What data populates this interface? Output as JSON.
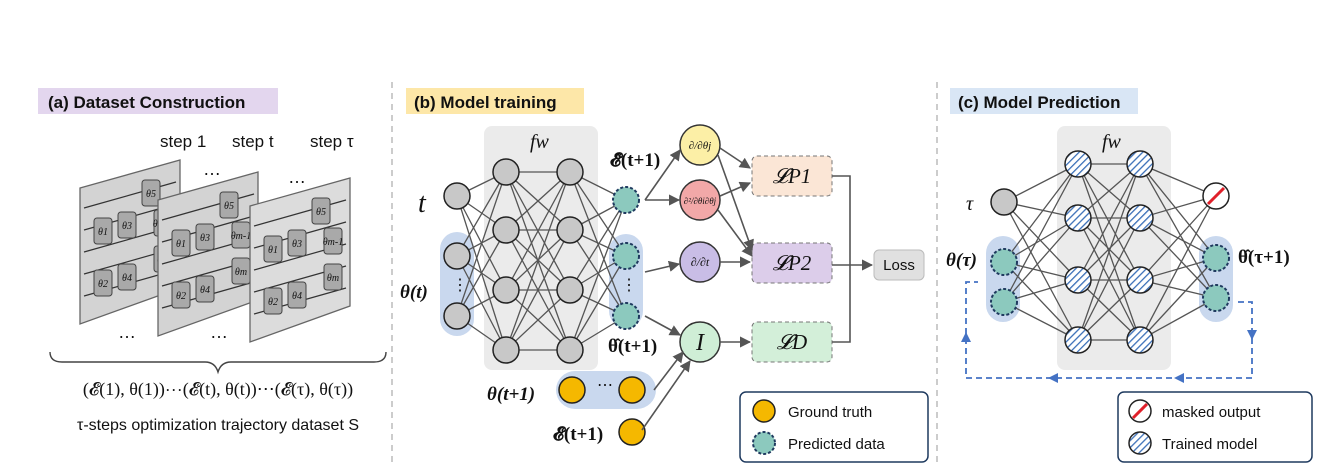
{
  "panel_a": {
    "title": "(a) Dataset Construction",
    "title_bg": "#e3d6ee",
    "step_labels": [
      "step 1",
      "step t",
      "step τ"
    ],
    "dots": "…",
    "card_params": [
      "θ1",
      "θ2",
      "θ3",
      "θ4",
      "θ5",
      "θm-1",
      "θm"
    ],
    "tuple_label": "(𝓔(1), θ(1))⋯(𝓔(t), θ(t))⋯(𝓔(τ), θ(τ))",
    "caption": "τ-steps optimization trajectory dataset S"
  },
  "panel_b": {
    "title": "(b) Model training",
    "title_bg": "#fde7a8",
    "network_label": "fw",
    "input_t": "t",
    "input_theta": "θ(t)",
    "out_energy": "𝓔̂(t+1)",
    "out_theta": "θ̂(t+1)",
    "gt_theta": "θ(t+1)",
    "gt_energy": "𝓔(t+1)",
    "op_grad_theta": "∂/∂θj",
    "op_hessian": "∂²/∂θi∂θj",
    "op_time": "∂/∂t",
    "op_identity": "I",
    "loss_p1": "𝓛P1",
    "loss_p2": "𝓛P2",
    "loss_d": "𝓛D",
    "loss_label": "Loss",
    "legend": {
      "ground_truth": "Ground truth",
      "predicted": "Predicted data"
    }
  },
  "panel_c": {
    "title": "(c) Model Prediction",
    "title_bg": "#d9e6f5",
    "network_label": "fw",
    "input_tau": "τ",
    "input_theta": "θ(τ)",
    "out_theta": "θ̂(τ+1)",
    "legend": {
      "masked": "masked output",
      "trained": "Trained model"
    }
  },
  "colors": {
    "gold": "#f5b800",
    "teal": "#8cc9be",
    "gray_node": "#c8c8c8",
    "hatch_blue": "#3a6fb8",
    "blue_highlight": "#c9d8ee",
    "net_bg": "#ebebeb",
    "deriv_yellow": "#fcefa6",
    "deriv_red": "#f2a8a8",
    "deriv_purple": "#c9bde6",
    "identity_green": "#cfeed6",
    "loss_p1": "#fbe6d6",
    "loss_p2": "#dccdea",
    "loss_d": "#d3efd9",
    "dashed_blue": "#4472c4"
  }
}
